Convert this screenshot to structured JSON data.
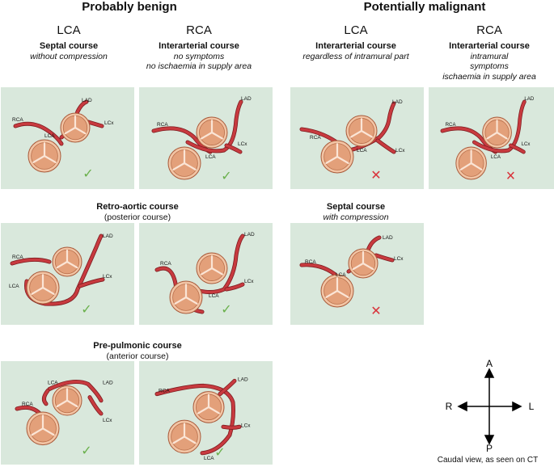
{
  "headers": {
    "benign": "Probably benign",
    "malignant": "Potentially malignant"
  },
  "columns": {
    "benign_lca": {
      "artery": "LCA",
      "course": "Septal course",
      "detail1": "without compression"
    },
    "benign_rca": {
      "artery": "RCA",
      "course": "Interarterial course",
      "detail1": "no symptoms",
      "detail2": "no ischaemia in supply area"
    },
    "malig_lca": {
      "artery": "LCA",
      "course": "Interarterial course",
      "detail1": "regardless of intramural part"
    },
    "malig_rca": {
      "artery": "RCA",
      "course": "Interarterial course",
      "detail1": "intramural",
      "detail2": "symptoms",
      "detail3": "ischaemia in supply area"
    }
  },
  "sections": {
    "retro": {
      "title": "Retro-aortic course",
      "sub": "(posterior course)"
    },
    "septal_comp": {
      "title": "Septal course",
      "sub": "with compression"
    },
    "prepulm": {
      "title": "Pre-pulmonic course",
      "sub": "(anterior course)"
    }
  },
  "vessel_labels": {
    "rca": "RCA",
    "lca": "LCA",
    "lad": "LAD",
    "lcx": "LCx"
  },
  "marks": {
    "benign": "✓",
    "malignant": "✕"
  },
  "colors": {
    "panel_bg": "#d9e8dc",
    "artery": "#c83a3f",
    "valve": "#e3a07a",
    "check": "#6ab04c",
    "cross": "#d9333b"
  },
  "compass": {
    "up": "A",
    "down": "P",
    "left": "R",
    "right": "L",
    "caption": "Caudal view, as seen on CT"
  }
}
